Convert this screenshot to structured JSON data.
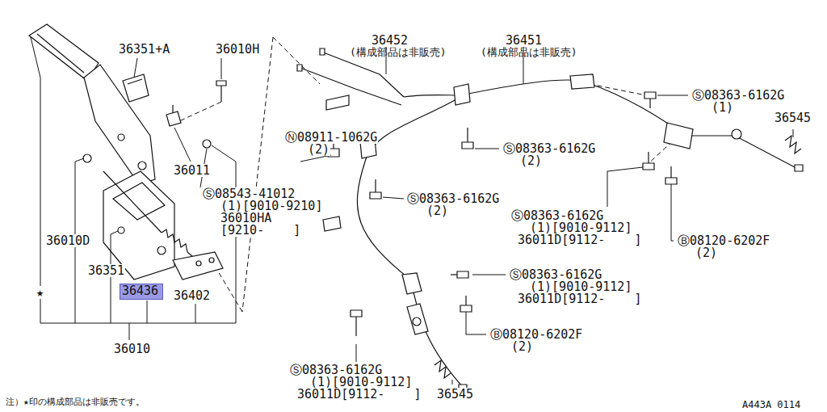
{
  "diagram": {
    "nodes": [
      {
        "text": [
          "36436"
        ]
      }
    ],
    "labels": [
      "36351+A",
      "36010H",
      "36452",
      "(構成部品は非販売)",
      "36451",
      "(構成部品は非販売)",
      "Ⓢ08363-6162G",
      "(1)",
      "36545",
      "Ⓝ08911-1062G",
      "(2)",
      "Ⓢ08363-6162G",
      "(2)",
      "36011",
      "Ⓢ08543-41012",
      "(1)[9010-9210]",
      "36010HA",
      "[9210-    ]",
      "Ⓢ08363-6162G",
      "(2)",
      "Ⓢ08363-6162G",
      "(1)[9010-9112]",
      "36011D[9112-    ]",
      "Ⓑ08120-6202F",
      "(2)",
      "36010D",
      "36351",
      "36402",
      "Ⓢ08363-6162G",
      "(1)[9010-9112]",
      "36011D[9112-    ]",
      "★",
      "Ⓑ08120-6202F",
      "(2)",
      "36010",
      "Ⓢ08363-6162G",
      "(1)[9010-9112]",
      "36011D[9112-    ]",
      "36545",
      "注）★印の構成部品は非販売です。",
      "A443A 0114"
    ]
  }
}
